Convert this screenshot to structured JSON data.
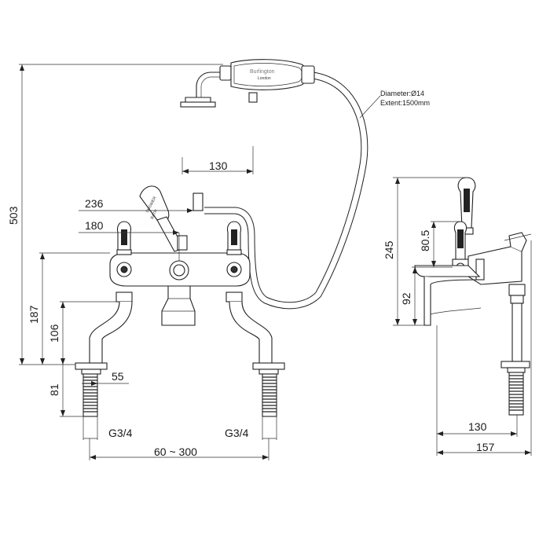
{
  "dimensions": {
    "total_height": "503",
    "hose_drop": "130",
    "width_236": "236",
    "width_180": "180",
    "height_187": "187",
    "height_106": "106",
    "height_81": "81",
    "width_55": "55",
    "thread_left": "G3/4",
    "thread_right": "G3/4",
    "centres": "60 ~ 300",
    "side_245": "245",
    "side_80_5": "80.5",
    "side_92": "92",
    "side_130": "130",
    "side_157": "157"
  },
  "hose_note": {
    "diameter": "Diameter:Ø14",
    "extent": "Extent:1500mm"
  },
  "handset_brand": {
    "name": "Burlington",
    "city": "London"
  },
  "diverter_lever": {
    "line1": "SHOWER",
    "line2": "BATH"
  }
}
